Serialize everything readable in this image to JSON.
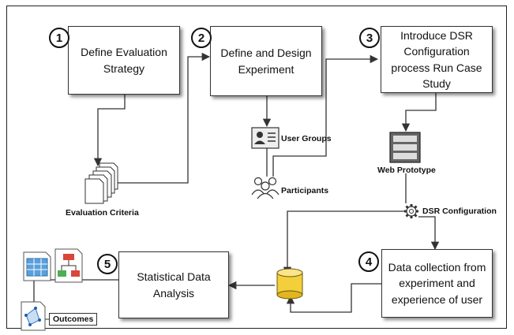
{
  "steps": [
    {
      "number": "1",
      "label": "Define Evaluation Strategy"
    },
    {
      "number": "2",
      "label": "Define and Design Experiment"
    },
    {
      "number": "3",
      "label": "Introduce DSR Configuration process Run Case Study"
    },
    {
      "number": "4",
      "label": "Data collection from experiment and experience of user"
    },
    {
      "number": "5",
      "label": "Statistical Data Analysis"
    }
  ],
  "labels": {
    "evaluation_criteria": "Evaluation Criteria",
    "user_groups": "User Groups",
    "participants": "Participants",
    "web_prototype": "Web Prototype",
    "dsr_configuration": "DSR Configuration",
    "outcomes": "Outcomes"
  },
  "icons": [
    "documents-stack-icon",
    "id-card-icon",
    "people-icon",
    "server-icon",
    "gear-icon",
    "database-icon",
    "spreadsheet-icon",
    "flowchart-icon",
    "scatter-doc-icon"
  ]
}
